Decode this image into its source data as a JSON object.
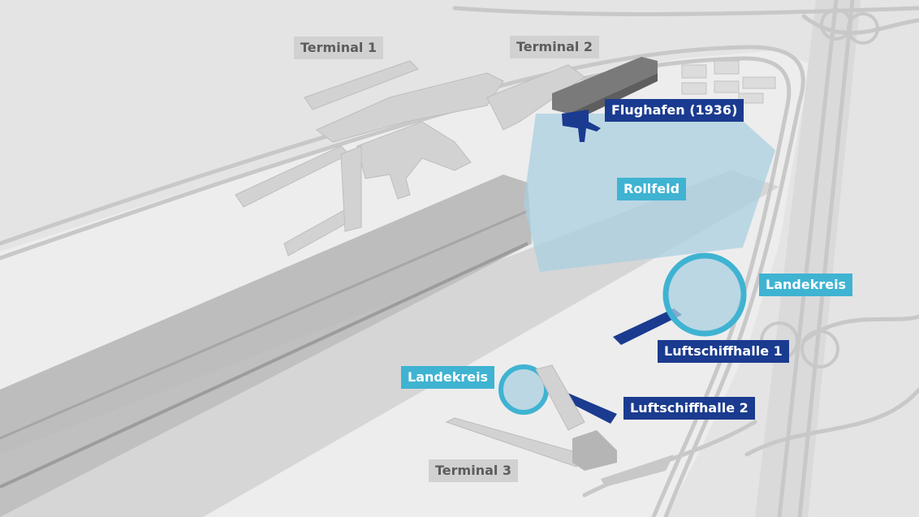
{
  "map": {
    "labels": {
      "terminal_1": "Terminal 1",
      "terminal_2": "Terminal 2",
      "terminal_3": "Terminal 3",
      "flughafen_1936": "Flughafen (1936)",
      "rollfeld": "Rollfeld",
      "landekreis_1": "Landekreis",
      "landekreis_2": "Landekreis",
      "luftschiffhalle_1": "Luftschiffhalle 1",
      "luftschiffhalle_2": "Luftschiffhalle 2"
    },
    "colors": {
      "background": "#e4e4e4",
      "road": "#c6c6c6",
      "runway": "#b9b9b9",
      "building": "#d0d0d0",
      "historic_building": "#1a3b8f",
      "rollfeld_area": "#a9cfe0",
      "landekreis_ring": "#3fb3d2",
      "label_gray": "#d1d1d1",
      "label_navy": "#1a3b8f",
      "label_cyan": "#3fb3d2"
    }
  }
}
